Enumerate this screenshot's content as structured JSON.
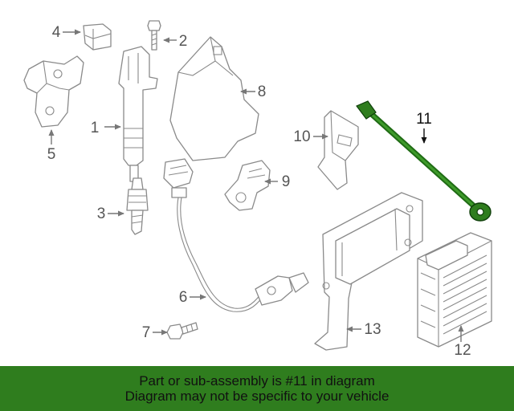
{
  "callouts": [
    "1",
    "2",
    "3",
    "4",
    "5",
    "6",
    "7",
    "8",
    "9",
    "10",
    "11",
    "12",
    "13"
  ],
  "highlight_color": "#1f6b14",
  "banner": {
    "color": "#2f7d1e",
    "line1": "Part or sub-assembly is #11 in diagram",
    "line2": "Diagram may not be specific to your vehicle"
  }
}
